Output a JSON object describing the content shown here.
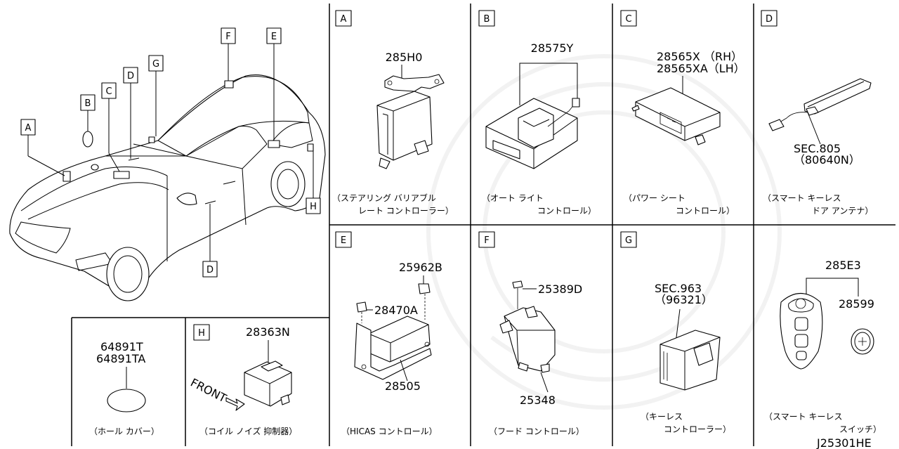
{
  "diagram_code": "J25301HE",
  "car_callouts": [
    "A",
    "B",
    "C",
    "D",
    "G",
    "F",
    "E",
    "H",
    "D"
  ],
  "panels": {
    "A": {
      "letter": "A",
      "part": "285H0",
      "caption_l1": "（ステアリング バリアブル",
      "caption_l2": "レート コントローラー）"
    },
    "B": {
      "letter": "B",
      "part": "28575Y",
      "caption_l1": "（オート ライト",
      "caption_l2": "コントロール）"
    },
    "C": {
      "letter": "C",
      "part_l1": "28565X （RH）",
      "part_l2": "28565XA（LH）",
      "caption_l1": "（パワー シート",
      "caption_l2": "コントロール）"
    },
    "D": {
      "letter": "D",
      "ref_l1": "SEC.805",
      "ref_l2": "（80640N）",
      "caption_l1": "（スマート キーレス",
      "caption_l2": "ドア アンテナ）"
    },
    "E": {
      "letter": "E",
      "p1": "25962B",
      "p2": "28470A",
      "p3": "28505",
      "caption": "（HICAS コントロール）"
    },
    "F": {
      "letter": "F",
      "p1": "25389D",
      "p2": "25348",
      "caption": "（フード コントロール）"
    },
    "G": {
      "letter": "G",
      "ref_l1": "SEC.963",
      "ref_l2": "（96321）",
      "caption_l1": "（キーレス",
      "caption_l2": "コントローラー）"
    },
    "K": {
      "p1": "285E3",
      "p2": "28599",
      "caption_l1": "（スマート キーレス",
      "caption_l2": "スイッチ）"
    },
    "HOLE": {
      "p1": "64891T",
      "p2": "64891TA",
      "caption": "（ホール カバー）"
    },
    "H": {
      "letter": "H",
      "part": "28363N",
      "front": "FRONT",
      "caption": "（コイル ノイズ 抑制器）"
    }
  }
}
